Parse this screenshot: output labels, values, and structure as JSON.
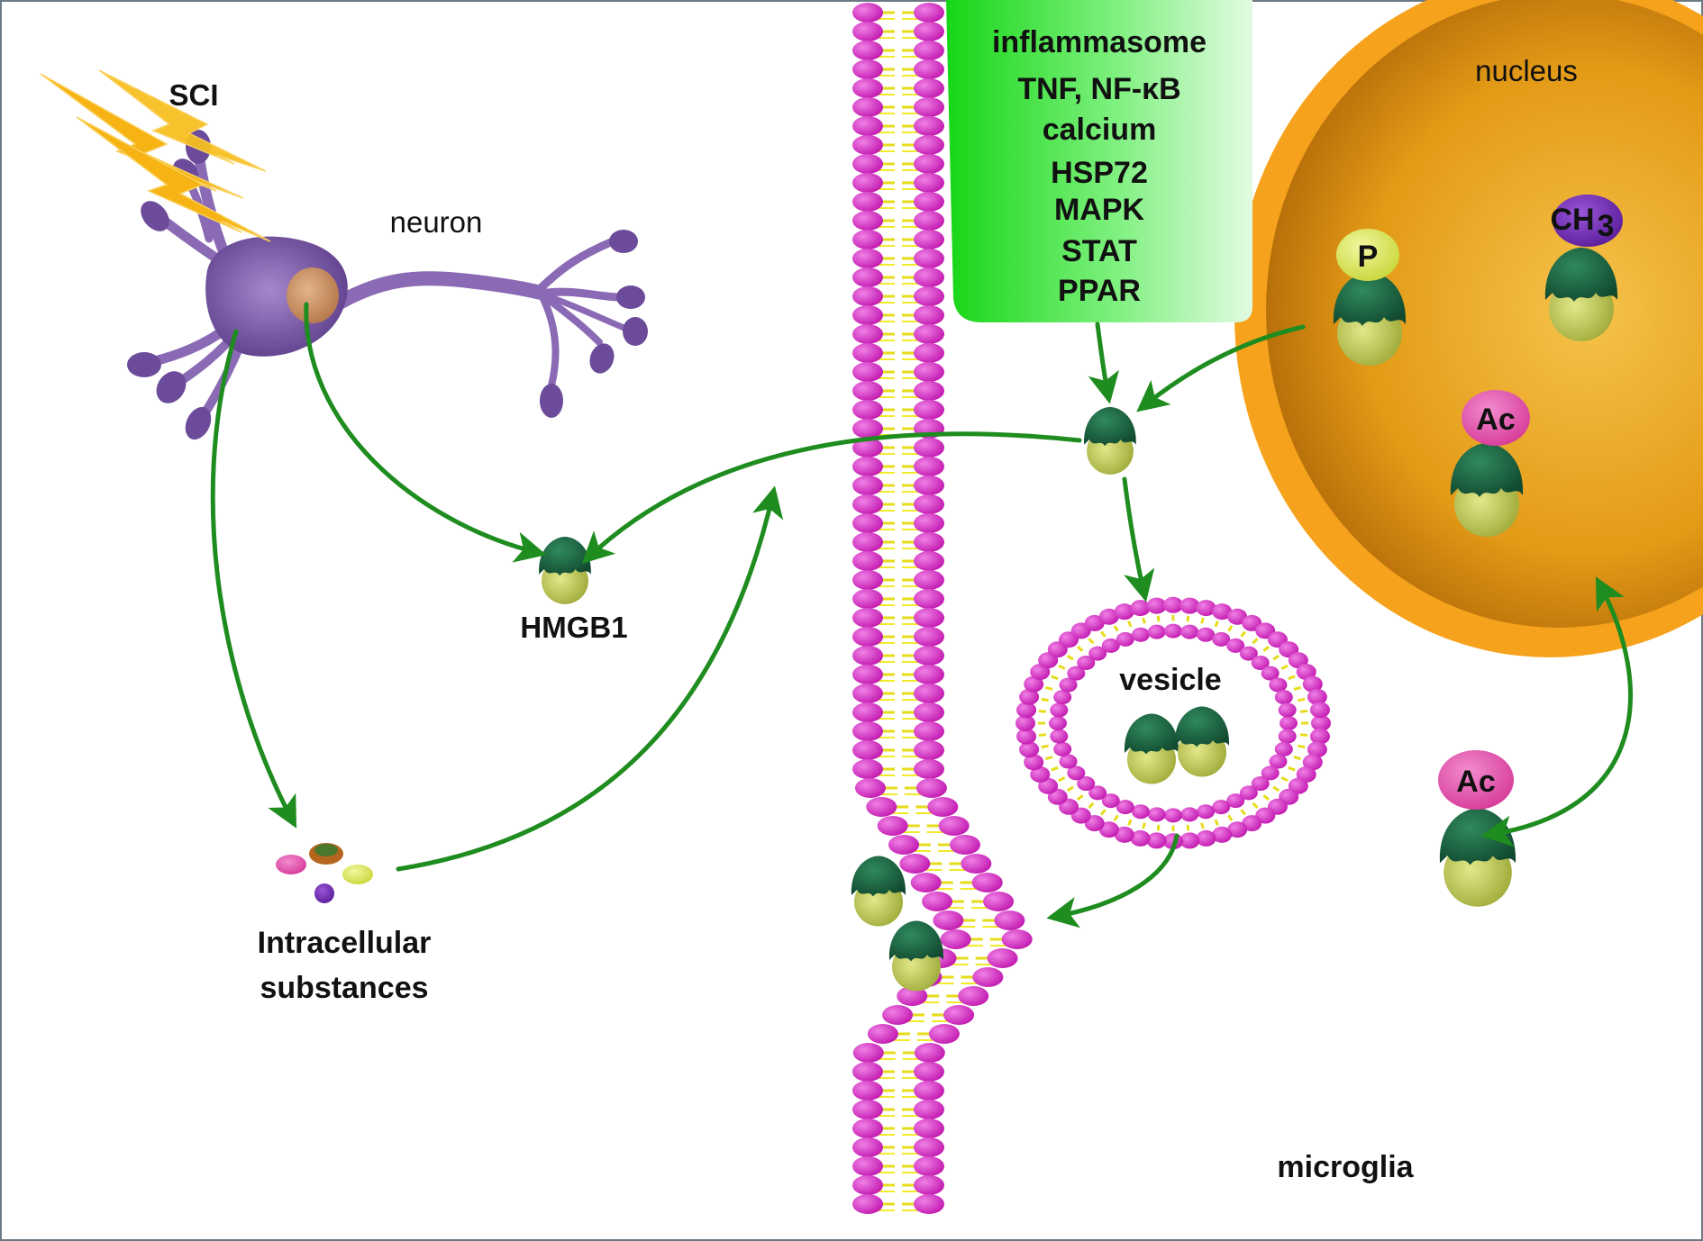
{
  "labels": {
    "sci": "SCI",
    "neuron": "neuron",
    "hmgb1": "HMGB1",
    "intracellular_1": "Intracellular",
    "intracellular_2": "substances",
    "nucleus": "nucleus",
    "vesicle": "vesicle",
    "microglia": "microglia"
  },
  "signals": [
    "inflammasome",
    "TNF, NF-κB",
    "calcium",
    "HSP72",
    "MAPK",
    "STAT",
    "PPAR"
  ],
  "modifications": {
    "phospho": "P",
    "methyl": "CH",
    "methyl_sub": "3",
    "acetyl_in_nucleus": "Ac",
    "acetyl_outside": "Ac"
  },
  "colors": {
    "arrow": "#1e8c1e",
    "membrane_head": "#d62fc4",
    "membrane_tail": "#f2ea2a",
    "neuron": "#7b5aa6",
    "nucleus": "#f0a020",
    "hmgb1_top": "#1c6b45",
    "hmgb1_bottom": "#c5cf5a"
  }
}
